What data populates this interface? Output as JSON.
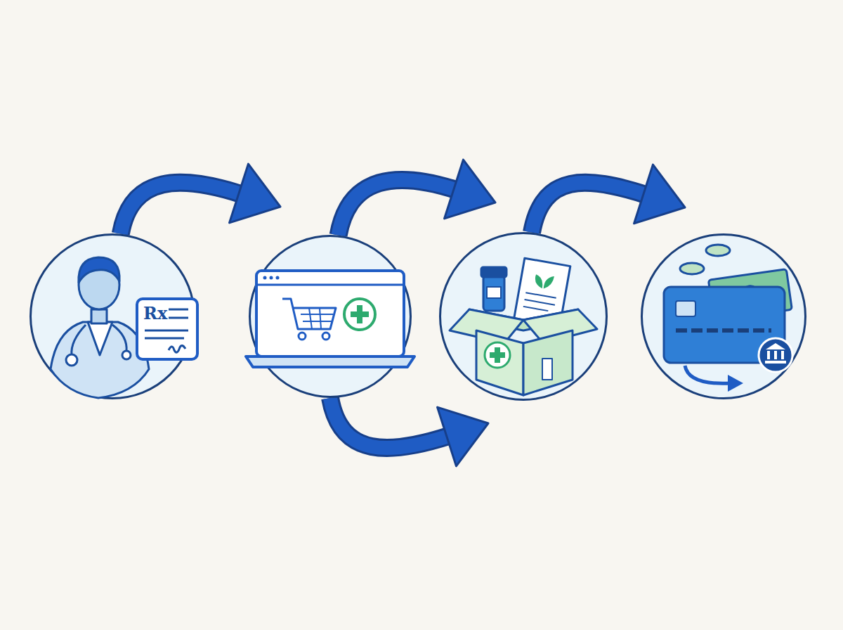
{
  "diagram": {
    "nodes": [
      {
        "text": []
      },
      {
        "text": []
      },
      {
        "text": []
      },
      {
        "text": []
      }
    ],
    "edges": [
      {
        "from": 0,
        "to": 1,
        "arrow": "to"
      },
      {
        "from": 1,
        "to": 2,
        "arrow": "to"
      },
      {
        "from": 1,
        "to": 2,
        "arrow": "to"
      },
      {
        "from": 2,
        "to": 3,
        "arrow": "to"
      }
    ],
    "labels": [
      "Rx"
    ]
  }
}
